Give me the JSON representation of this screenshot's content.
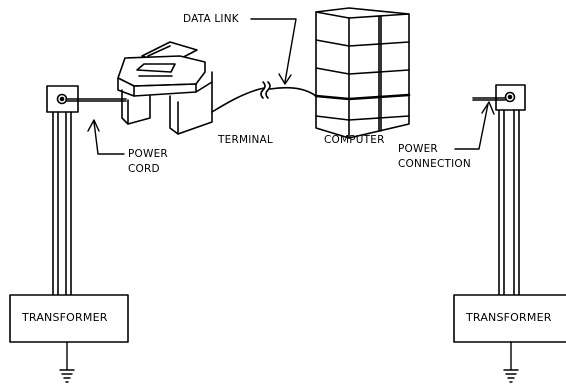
{
  "labels": {
    "data_link": "DATA LINK",
    "terminal": "TERMINAL",
    "computer": "COMPUTER",
    "power_cord_line1": "POWER",
    "power_cord_line2": "CORD",
    "power_connection_line1": "POWER",
    "power_connection_line2": "CONNECTION",
    "transformer_left": "TRANSFORMER",
    "transformer_right": "TRANSFORMER"
  }
}
